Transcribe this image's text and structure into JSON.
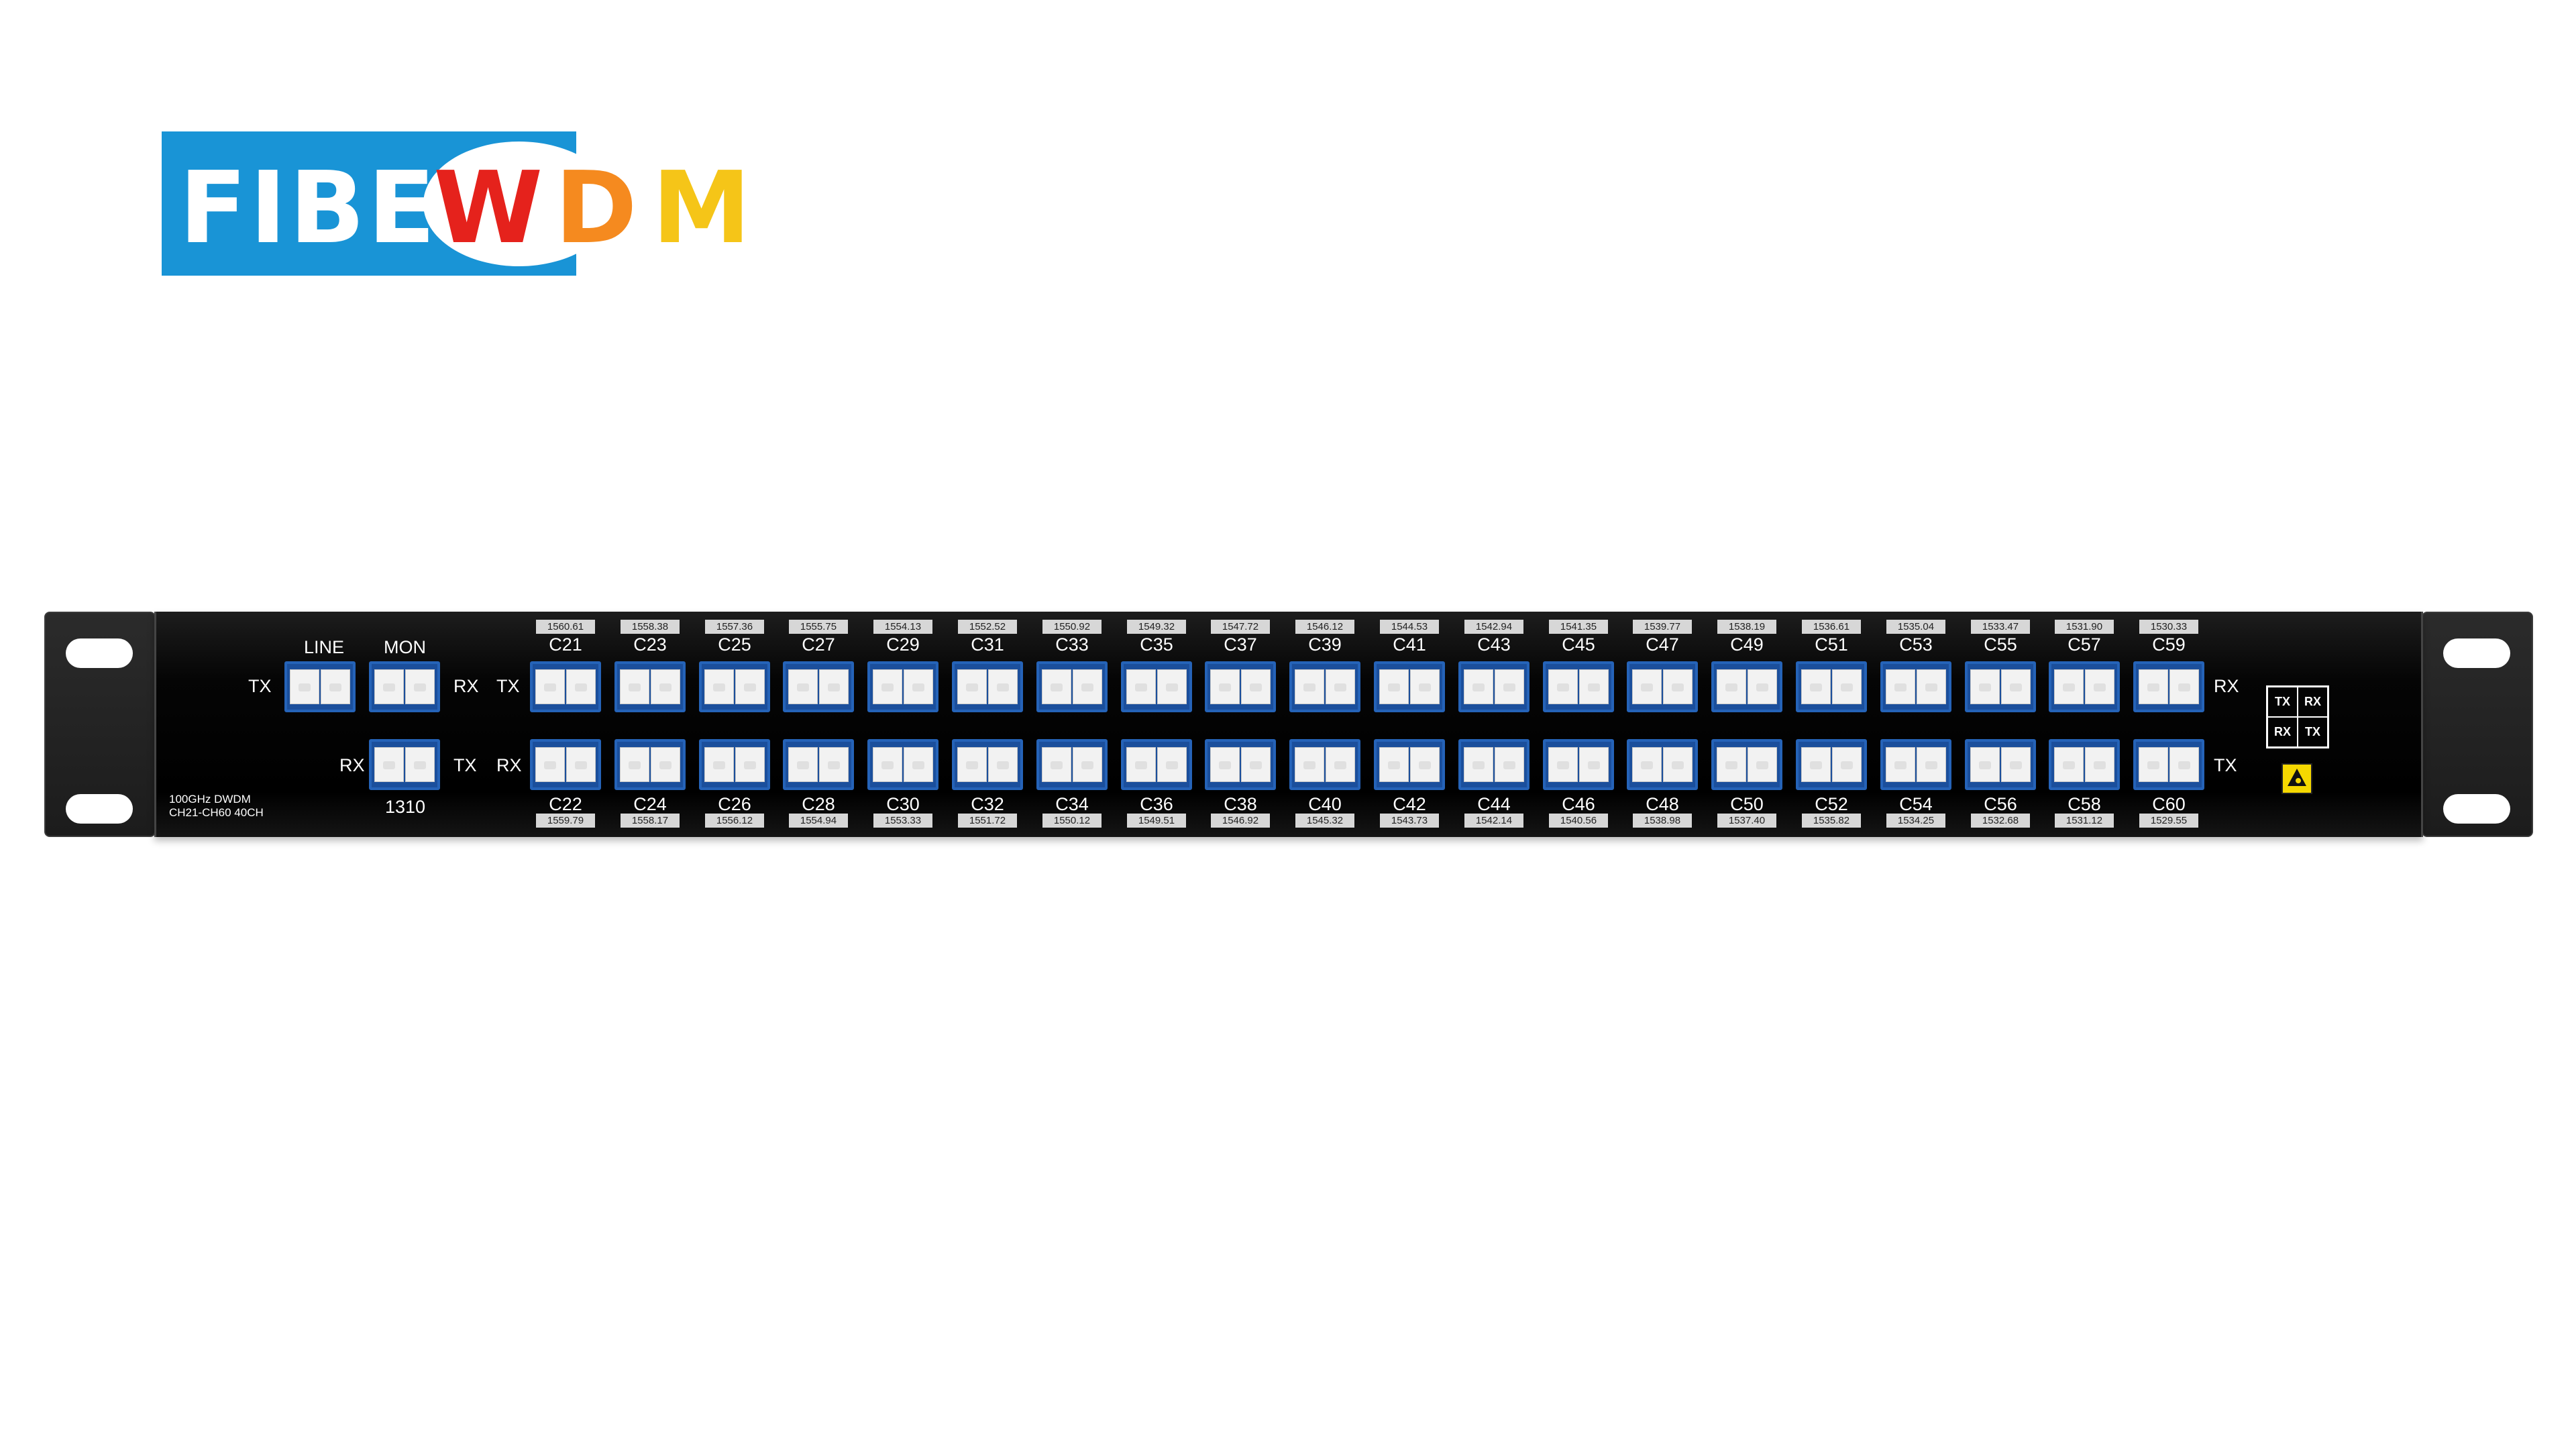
{
  "brand": {
    "part1": "FIBER",
    "part2": "W",
    "part3": "D",
    "part4": "M",
    "colors": {
      "blue": "#1994d6",
      "red": "#e5221c",
      "orange": "#f58a1f",
      "yellow": "#f5c518"
    }
  },
  "panel": {
    "model_line1": "100GHz DWDM",
    "model_line2": "CH21-CH60 40CH",
    "line_label": "LINE",
    "mon_label": "MON",
    "upgrade_label": "1310",
    "tx": "TX",
    "rx": "RX",
    "top_channels": [
      {
        "name": "C21",
        "wl": "1560.61"
      },
      {
        "name": "C23",
        "wl": "1558.38"
      },
      {
        "name": "C25",
        "wl": "1557.36"
      },
      {
        "name": "C27",
        "wl": "1555.75"
      },
      {
        "name": "C29",
        "wl": "1554.13"
      },
      {
        "name": "C31",
        "wl": "1552.52"
      },
      {
        "name": "C33",
        "wl": "1550.92"
      },
      {
        "name": "C35",
        "wl": "1549.32"
      },
      {
        "name": "C37",
        "wl": "1547.72"
      },
      {
        "name": "C39",
        "wl": "1546.12"
      },
      {
        "name": "C41",
        "wl": "1544.53"
      },
      {
        "name": "C43",
        "wl": "1542.94"
      },
      {
        "name": "C45",
        "wl": "1541.35"
      },
      {
        "name": "C47",
        "wl": "1539.77"
      },
      {
        "name": "C49",
        "wl": "1538.19"
      },
      {
        "name": "C51",
        "wl": "1536.61"
      },
      {
        "name": "C53",
        "wl": "1535.04"
      },
      {
        "name": "C55",
        "wl": "1533.47"
      },
      {
        "name": "C57",
        "wl": "1531.90"
      },
      {
        "name": "C59",
        "wl": "1530.33"
      }
    ],
    "bottom_channels": [
      {
        "name": "C22",
        "wl": "1559.79"
      },
      {
        "name": "C24",
        "wl": "1558.17"
      },
      {
        "name": "C26",
        "wl": "1556.12"
      },
      {
        "name": "C28",
        "wl": "1554.94"
      },
      {
        "name": "C30",
        "wl": "1553.33"
      },
      {
        "name": "C32",
        "wl": "1551.72"
      },
      {
        "name": "C34",
        "wl": "1550.12"
      },
      {
        "name": "C36",
        "wl": "1549.51"
      },
      {
        "name": "C38",
        "wl": "1546.92"
      },
      {
        "name": "C40",
        "wl": "1545.32"
      },
      {
        "name": "C42",
        "wl": "1543.73"
      },
      {
        "name": "C44",
        "wl": "1542.14"
      },
      {
        "name": "C46",
        "wl": "1540.56"
      },
      {
        "name": "C48",
        "wl": "1538.98"
      },
      {
        "name": "C50",
        "wl": "1537.40"
      },
      {
        "name": "C52",
        "wl": "1535.82"
      },
      {
        "name": "C54",
        "wl": "1534.25"
      },
      {
        "name": "C56",
        "wl": "1532.68"
      },
      {
        "name": "C58",
        "wl": "1531.12"
      },
      {
        "name": "C60",
        "wl": "1529.55"
      }
    ],
    "diagram": {
      "tl": "TX",
      "tr": "RX",
      "bl": "RX",
      "br": "TX"
    }
  }
}
